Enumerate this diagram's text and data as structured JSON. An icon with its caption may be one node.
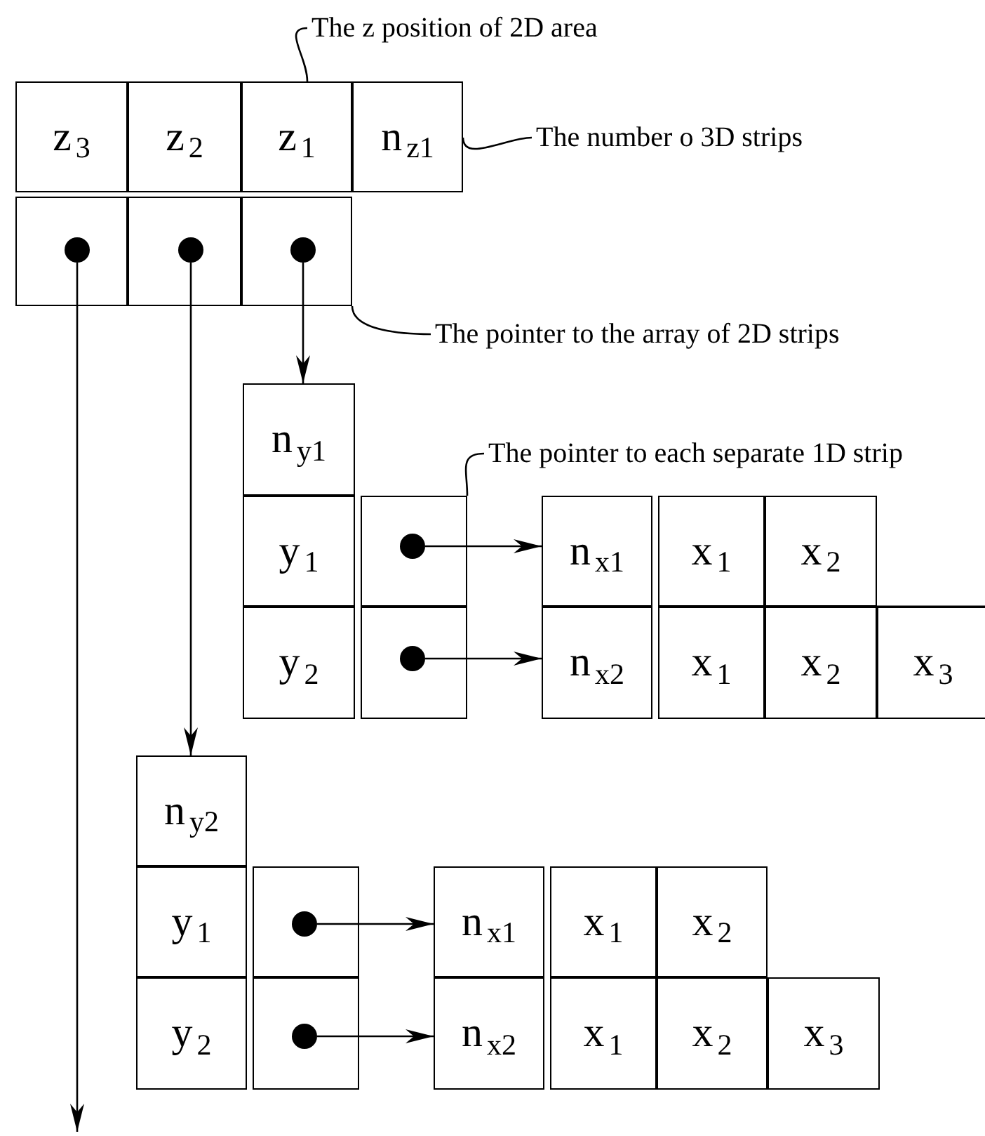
{
  "diagram": {
    "nodes": [
      {
        "text": [
          "z$_{3}$"
        ]
      },
      {
        "text": [
          "z$_{2}$"
        ]
      },
      {
        "text": [
          "z$_{1}$"
        ]
      },
      {
        "text": [
          "n$_{z1}$"
        ]
      },
      {
        "text": [],
        "shape": "box"
      },
      {
        "text": [],
        "shape": "circle",
        "in": 4
      },
      {
        "text": [],
        "shape": "box"
      },
      {
        "text": [],
        "shape": "circle",
        "in": 6
      },
      {
        "text": [],
        "shape": "box"
      },
      {
        "text": [],
        "shape": "circle",
        "in": 8
      },
      {
        "text": [
          "n$_{y1}$"
        ]
      },
      {
        "text": [
          "y$_{1}$"
        ]
      },
      {
        "text": [],
        "shape": "box"
      },
      {
        "text": [],
        "shape": "circle",
        "in": 12
      },
      {
        "text": [
          "n$_{x1}$"
        ]
      },
      {
        "text": [
          "x$_{1}$"
        ]
      },
      {
        "text": [
          "x$_{2}$"
        ]
      },
      {
        "text": [
          "y$_{2}$"
        ]
      },
      {
        "text": [],
        "shape": "box"
      },
      {
        "text": [],
        "shape": "circle",
        "in": 18
      },
      {
        "text": [
          "n$_{x2}$"
        ]
      },
      {
        "text": [
          "x$_{1}$"
        ]
      },
      {
        "text": [
          "x$_{2}$"
        ]
      },
      {
        "text": [
          "x$_{3}$"
        ]
      },
      {
        "text": [
          "n$_{y2}$"
        ]
      },
      {
        "text": [
          "y$_{1}$"
        ]
      },
      {
        "text": [],
        "shape": "box"
      },
      {
        "text": [],
        "shape": "circle",
        "in": 26
      },
      {
        "text": [
          "n$_{x1}$"
        ]
      },
      {
        "text": [
          "x$_{1}$"
        ]
      },
      {
        "text": [
          "x$_{2}$"
        ]
      },
      {
        "text": [
          "y$_{2}$"
        ]
      },
      {
        "text": [],
        "shape": "box"
      },
      {
        "text": [],
        "shape": "circle",
        "in": 32
      },
      {
        "text": [
          "n$_{x2}$"
        ]
      },
      {
        "text": [
          "x$_{1}$"
        ]
      },
      {
        "text": [
          "x$_{2}$"
        ]
      },
      {
        "text": [
          "x$_{3}$"
        ]
      },
      {
        "text": [
          "The z position of 2D area"
        ]
      },
      {
        "text": [
          "The number o 3D strips"
        ]
      },
      {
        "text": [
          "The pointer to the array of 2D strips"
        ]
      },
      {
        "text": [
          "The pointer to each separate 1D strip"
        ]
      }
    ],
    "edges": [
      {
        "from": 5,
        "to": null,
        "arrow": "to"
      },
      {
        "from": 7,
        "to": 24,
        "arrow": "to"
      },
      {
        "from": 9,
        "to": 10,
        "arrow": "to"
      },
      {
        "from": 13,
        "to": 14,
        "arrow": "to"
      },
      {
        "from": 19,
        "to": 20,
        "arrow": "to"
      },
      {
        "from": 27,
        "to": 28,
        "arrow": "to"
      },
      {
        "from": 33,
        "to": 34,
        "arrow": "to"
      },
      {
        "from": 38,
        "to": 2,
        "arrow": "none"
      },
      {
        "from": 39,
        "to": 3,
        "arrow": "none"
      },
      {
        "from": 40,
        "to": 8,
        "arrow": "none"
      },
      {
        "from": 41,
        "to": 12,
        "arrow": "none"
      }
    ]
  }
}
